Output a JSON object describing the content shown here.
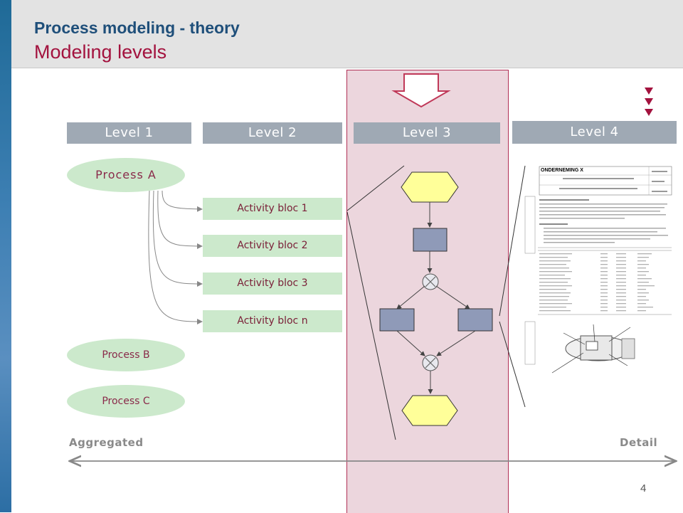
{
  "header": {
    "title": "Process modeling - theory",
    "subtitle": "Modeling levels"
  },
  "levels": [
    "Level 1",
    "Level 2",
    "Level 3",
    "Level 4"
  ],
  "processes": [
    "Process A",
    "Process B",
    "Process C"
  ],
  "activities": [
    "Activity bloc 1",
    "Activity bloc 2",
    "Activity bloc 3",
    "Activity bloc n"
  ],
  "axis": {
    "left": "Aggregated",
    "right": "Detail"
  },
  "document": {
    "title": "ONDERNEMING X"
  },
  "page_number": "4",
  "colors": {
    "title": "#1f4f7a",
    "subtitle": "#a3123e",
    "level_bar": "#9fa9b4",
    "process_fill": "#cce9cc",
    "highlight": "#ecd6dd",
    "event_fill": "#ffff99",
    "task_fill": "#8f9ab8",
    "marker": "#a3123e"
  }
}
